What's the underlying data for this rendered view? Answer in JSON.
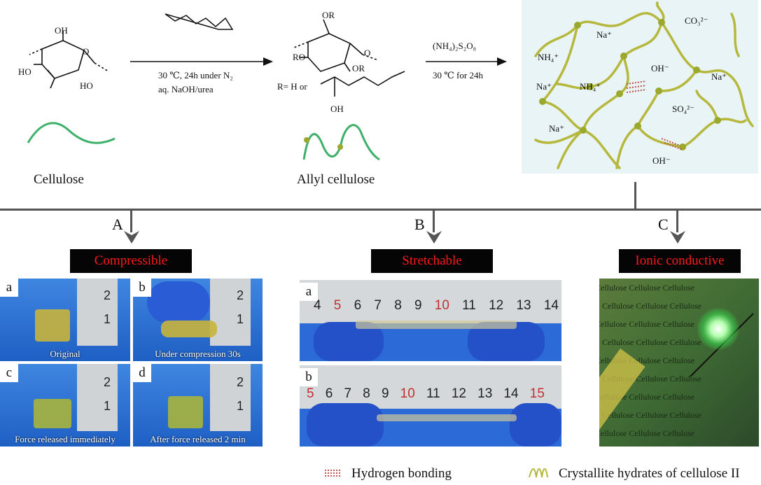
{
  "top": {
    "cellulose_label": "Cellulose",
    "allyl_label": "Allyl cellulose",
    "reaction1_line1": "30 ℃, 24h under N₂",
    "reaction1_line2": "aq. NaOH/urea",
    "reaction2_line1": "(NH₄)₂S₂O₈",
    "reaction2_line2": "30 ℃ for 24h",
    "struct_oh_top": "OH",
    "struct_ho_left": "HO",
    "struct_ho_bottom": "HO",
    "struct_o": "O",
    "struct_or_top": "OR",
    "struct_ro": "RO",
    "struct_or_right": "OR",
    "struct_o2": "O",
    "r_def": "R= H or",
    "r_oh": "OH",
    "ion_co3": "CO₃²⁻",
    "ion_na1": "Na⁺",
    "ion_nh4_1": "NH₄⁺",
    "ion_oh1": "OH⁻",
    "ion_na2": "Na⁺",
    "ion_na3": "Na⁺",
    "ion_nh4_2": "NH₄⁺",
    "ion_so4": "SO₄²⁻",
    "ion_na4": "Na⁺",
    "ion_oh2": "OH⁻"
  },
  "sections": {
    "A": {
      "letter": "A",
      "title": "Compressible"
    },
    "B": {
      "letter": "B",
      "title": "Stretchable"
    },
    "C": {
      "letter": "C",
      "title": "Ionic conductive"
    }
  },
  "panelA": [
    {
      "label": "a",
      "caption": "Original"
    },
    {
      "label": "b",
      "caption": "Under compression 30s"
    },
    {
      "label": "c",
      "caption": "Force released immediately"
    },
    {
      "label": "d",
      "caption": "After force released 2 min"
    }
  ],
  "ruler_A": [
    "2",
    "1"
  ],
  "panelB": [
    {
      "label": "a",
      "ticks": [
        "4",
        "5",
        "6",
        "7",
        "8",
        "9",
        "10",
        "11",
        "12",
        "13",
        "14"
      ]
    },
    {
      "label": "b",
      "ticks": [
        "5",
        "6",
        "7",
        "8",
        "9",
        "10",
        "11",
        "12",
        "13",
        "14",
        "15"
      ]
    }
  ],
  "panelC": {
    "word": "Cellulose"
  },
  "legend": {
    "hbond": "Hydrogen bonding",
    "crystal": "Crystallite hydrates of cellulose  II"
  },
  "colors": {
    "chain": "#b5b83c",
    "node": "#9aa82c",
    "green_chain": "#3db06a",
    "tag_text": "#ff1a1a",
    "arrow": "#555555",
    "network_bg": "#e9f4f6",
    "photo_blue": "#1e5fc4"
  }
}
